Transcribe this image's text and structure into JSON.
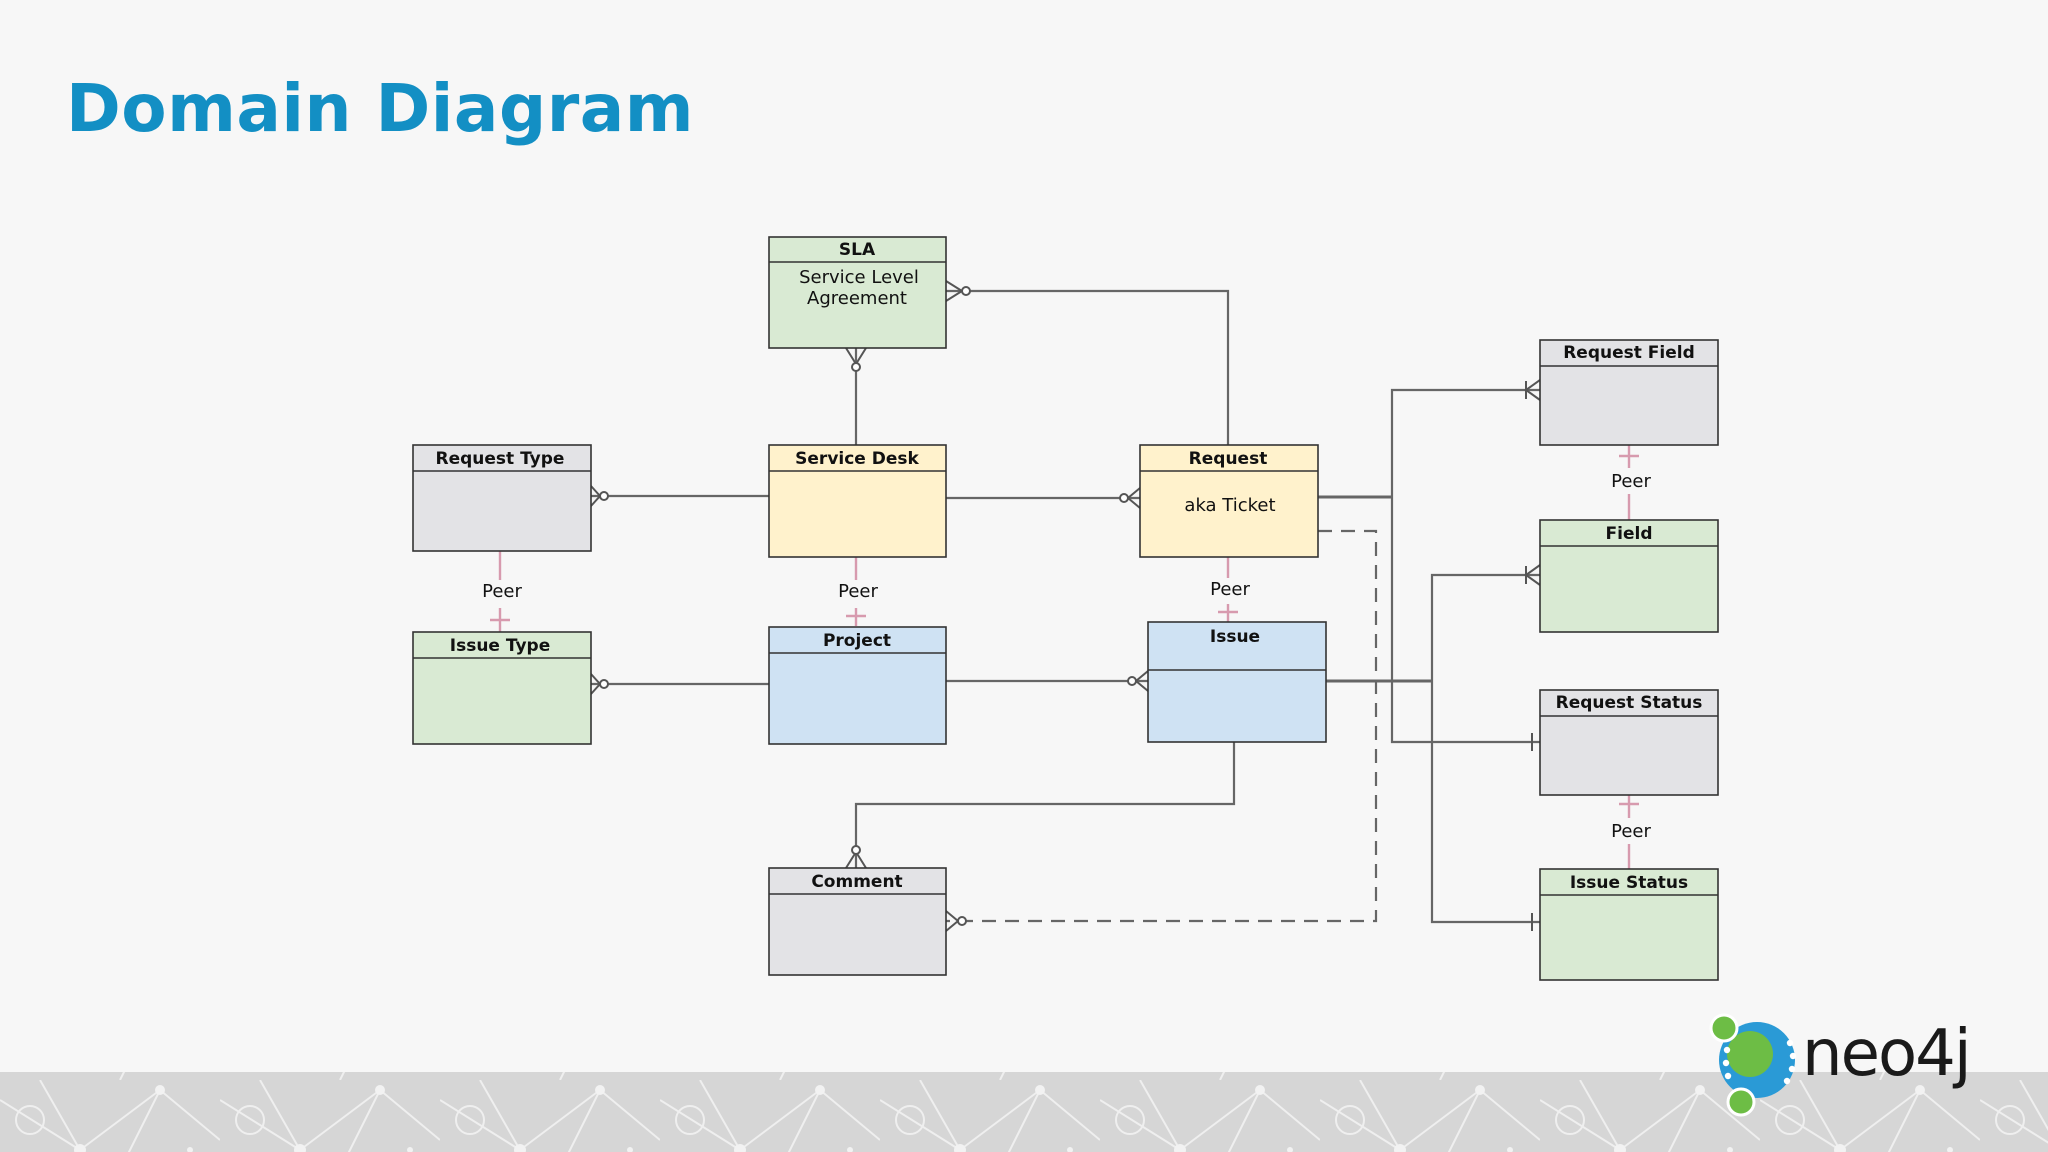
{
  "slide": {
    "title": "Domain Diagram"
  },
  "colors": {
    "title": "#138fc4",
    "green": "#d9ead3",
    "yellow": "#fff2cc",
    "blue": "#cfe2f3",
    "gray": "#e3e3e6",
    "peer": "#d79aae"
  },
  "entities": {
    "sla": {
      "title": "SLA",
      "body": [
        "Service Level",
        "Agreement"
      ]
    },
    "request_type": {
      "title": "Request Type"
    },
    "service_desk": {
      "title": "Service Desk"
    },
    "request": {
      "title": "Request",
      "body": [
        "aka Ticket"
      ]
    },
    "issue_type": {
      "title": "Issue Type"
    },
    "project": {
      "title": "Project"
    },
    "issue": {
      "title": "Issue"
    },
    "comment": {
      "title": "Comment"
    },
    "request_field": {
      "title": "Request Field"
    },
    "field": {
      "title": "Field"
    },
    "request_status": {
      "title": "Request Status"
    },
    "issue_status": {
      "title": "Issue Status"
    }
  },
  "peer_label": "Peer",
  "logo": {
    "text": "neo4j",
    "icon": "neo4j-graph-logo-icon"
  },
  "footer": {
    "pattern": "network-graph-pattern"
  }
}
